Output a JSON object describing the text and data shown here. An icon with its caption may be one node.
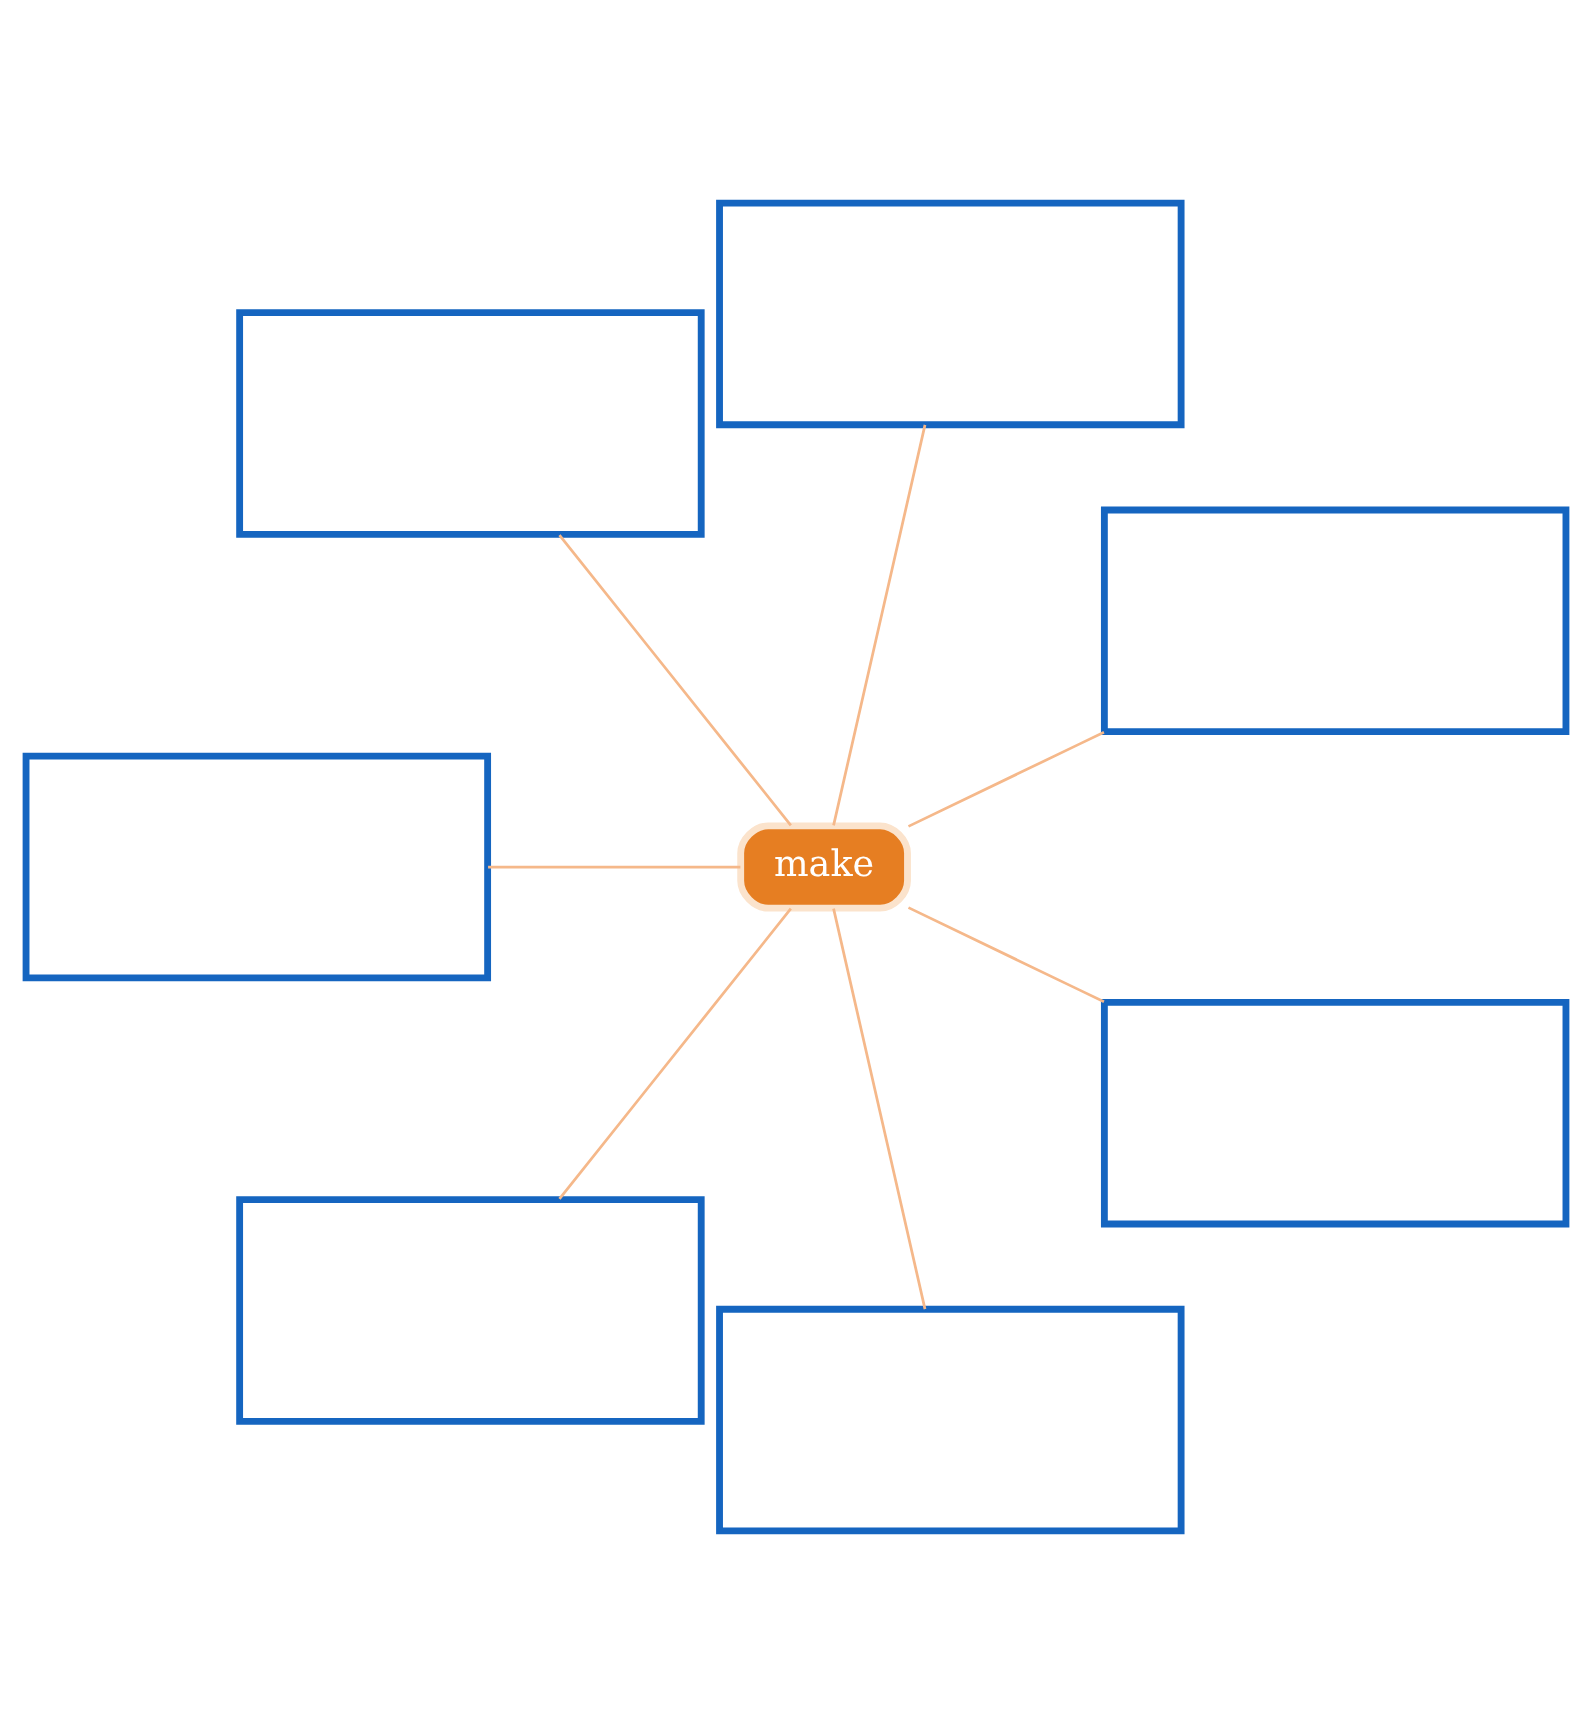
{
  "diagram": {
    "nodes": [
      {
        "text": [],
        "shape": "box"
      },
      {
        "text": [],
        "shape": "box"
      },
      {
        "text": [],
        "shape": "box"
      },
      {
        "text": [],
        "shape": "box"
      },
      {
        "text": [
          "make"
        ]
      },
      {
        "text": [],
        "shape": "box"
      },
      {
        "text": [],
        "shape": "box"
      },
      {
        "text": [],
        "shape": "box"
      }
    ],
    "edges": [
      {
        "from": 4,
        "to": 0,
        "arrow": "none"
      },
      {
        "from": 4,
        "to": 1,
        "arrow": "none"
      },
      {
        "from": 4,
        "to": 2,
        "arrow": "none"
      },
      {
        "from": 4,
        "to": 3,
        "arrow": "none"
      },
      {
        "from": 4,
        "to": 5,
        "arrow": "none"
      },
      {
        "from": 4,
        "to": 6,
        "arrow": "none"
      },
      {
        "from": 4,
        "to": 7,
        "arrow": "none"
      }
    ]
  }
}
